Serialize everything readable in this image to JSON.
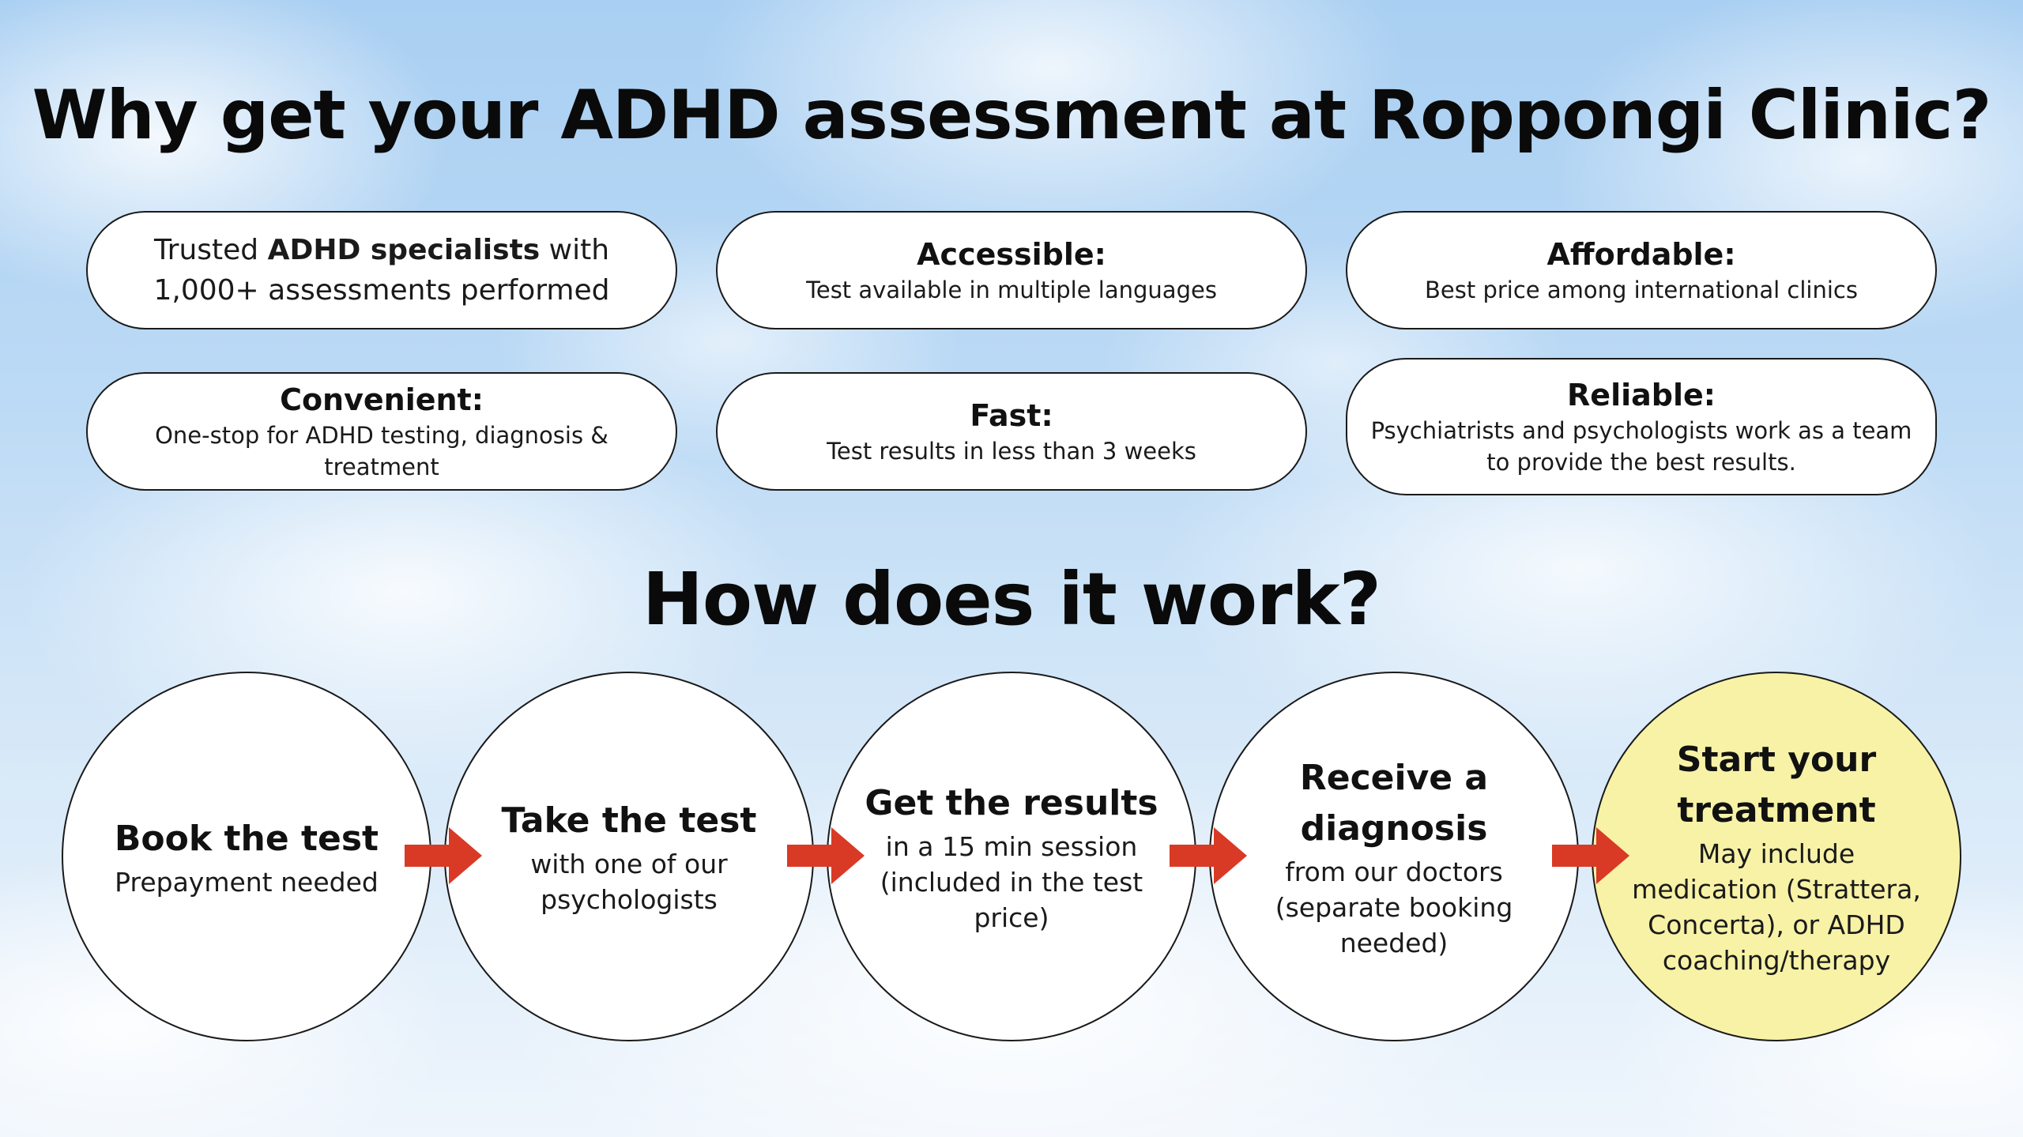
{
  "title": "Why get your ADHD assessment at Roppongi Clinic?",
  "features": [
    {
      "plain_before": "Trusted ",
      "plain_bold": "ADHD specialists",
      "plain_after": " with 1,000+ assessments performed"
    },
    {
      "title": "Accessible:",
      "desc": "Test available in multiple languages"
    },
    {
      "title": "Affordable:",
      "desc": "Best price among international clinics"
    },
    {
      "title": "Convenient:",
      "desc": "One-stop for ADHD testing, diagnosis & treatment"
    },
    {
      "title": "Fast:",
      "desc": "Test results in less than 3 weeks"
    },
    {
      "title": "Reliable:",
      "desc": "Psychiatrists and psychologists work as a team to provide the best results."
    }
  ],
  "section_title": "How does it work?",
  "steps": [
    {
      "title": "Book the test",
      "desc": "Prepayment needed"
    },
    {
      "title": "Take the test",
      "desc": "with one of our psychologists"
    },
    {
      "title": "Get the results",
      "desc": "in a 15 min session (included in the test price)"
    },
    {
      "title": "Receive a diagnosis",
      "desc": "from our doctors (separate booking needed)"
    },
    {
      "title": "Start your treatment",
      "desc": "May include medication (Strattera, Concerta), or ADHD coaching/therapy"
    }
  ],
  "colors": {
    "arrow": "#d93a26",
    "highlight_step": "#f7f2a6",
    "card_border": "#1a1a1a"
  },
  "icons": {
    "step_connector": "right-arrow-icon"
  }
}
